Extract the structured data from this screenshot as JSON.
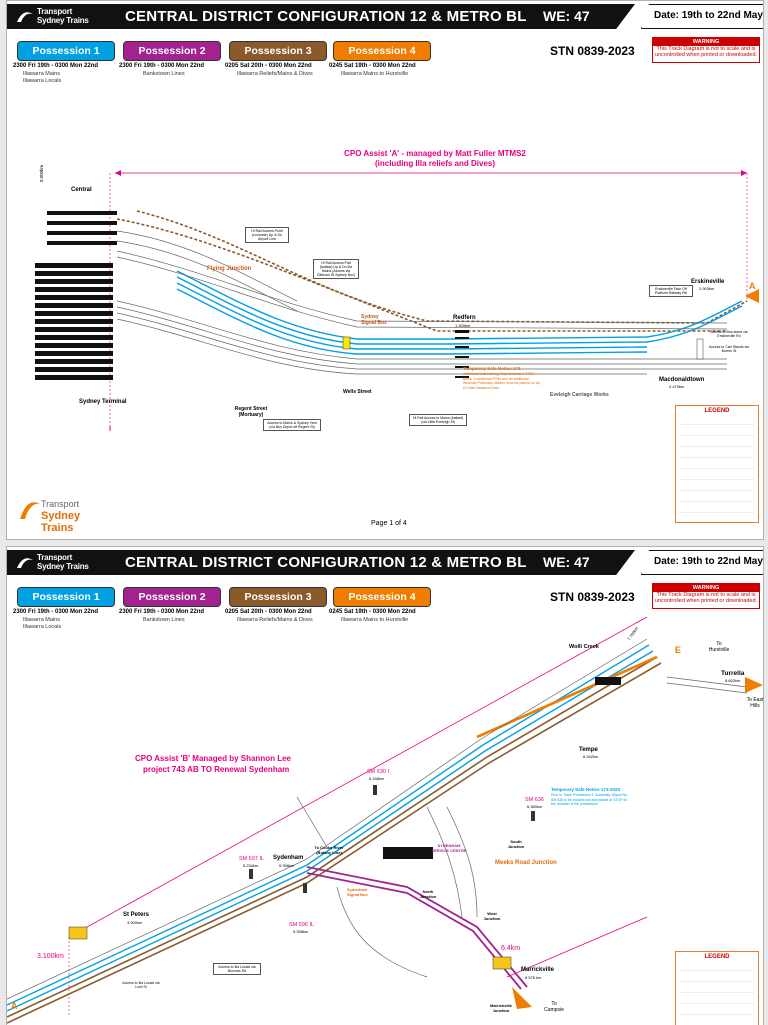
{
  "header": {
    "logo_line1": "Transport",
    "logo_line2": "Sydney Trains",
    "title": "CENTRAL DISTRICT CONFIGURATION 12 & METRO BL",
    "week": "WE: 47",
    "date": "Date: 19th to 22nd May '23",
    "stn": "STN 0839-2023",
    "warning_head": "WARNING",
    "warning_text": "This Track Diagram is not to scale and is uncontrolled when printed or downloaded."
  },
  "possessions": [
    {
      "label": "Possession 1",
      "time": "2300 Fri 19th  -  0300 Mon 22nd",
      "lines": [
        "Illawarra Mains",
        "Illawarra Locals"
      ],
      "color": "#00a0e3"
    },
    {
      "label": "Possession 2",
      "time": "2300 Fri 19th  -  0300 Mon 22nd",
      "lines": [
        "Bankstown Lines"
      ],
      "color": "#a2238f"
    },
    {
      "label": "Possession 3",
      "time": "0205 Sat 20th  -  0300 Mon 22nd",
      "lines": [
        "Illawarra Reliefs/Mains & Dives"
      ],
      "color": "#8b5a2b"
    },
    {
      "label": "Possession 4",
      "time": "0245 Sat 19th  -  0300 Mon 22nd",
      "lines": [
        "Illawarra Mains to Hurstville"
      ],
      "color": "#f07d00"
    }
  ],
  "colors": {
    "magenta": "#e6007e",
    "blue": "#00a0e3",
    "brown": "#8b5a2b",
    "orange": "#f07d00",
    "purple": "#a2238f"
  },
  "sheet1": {
    "cpo_line1": "CPO Assist 'A' - managed by Matt Fuller MTMS2",
    "cpo_line2": "(including Illa reliefs and Dives)",
    "stations": {
      "central": "Central",
      "sydney_terminal": "Sydney Terminal",
      "flying_junction": "Flying Junction",
      "sydney_signal_box": "Sydney Signal Box",
      "wells_street": "Wells Street",
      "redfern": "Redfern",
      "erskineville": "Erskineville",
      "macdonaldtown": "Macdonaldtown",
      "eveleigh": "Eveleigh Carriage Works",
      "regent_street": "Regent Street (Mortuary)"
    },
    "km": {
      "redfern": "1.300km",
      "erskineville": "2.903km",
      "macdonaldtown": "2.470km",
      "zero": "0.000km"
    },
    "notes": {
      "access1": "Hi Rail Access Point (concrete) Up & Dn Airport Line",
      "access2": "Hi Rail Access Pad (ballast) Up & Dn Illa Mains (Access via Gibbons St Sydney Box)",
      "access3": "Access to Mains & Sydney Yard (via Bus Depot off Regent St)",
      "access4": "Hi Rail Access to Mains (ballast) (via Little Eveleigh St)",
      "access5": "Erskineville Take Off Platform Railway Pkt",
      "access6": "Access to Bus stand via Erskineville Rd",
      "access7": "Access to Cab Stands via Burren St",
      "tsn_title": "Temporary Safe Notice 173",
      "tsn_text": "Additional Safeworking Requirements A STOP Block, 3 additional RTBs and an additional Worksite Protection Marker must be placed on Up & Down Illawarra Dives"
    },
    "marker": "A",
    "page": "Page 1 of 4",
    "legend": "LEGEND"
  },
  "sheet2": {
    "cpo_line1": "CPO Assist 'B' Managed by Shannon Lee",
    "cpo_line2": "project 743 AB TO Renewal Sydenham",
    "stations": {
      "wolli_creek": "Wolli Creek",
      "turrella": "Turrella",
      "tempe": "Tempe",
      "sydenham": "Sydenham",
      "st_peters": "St Peters",
      "marrickville": "Marrickville",
      "marrickville_jn": "Marrickville Junction",
      "meeks_road": "Meeks Road Junction",
      "south_jn": "South Junction",
      "north_jn": "North Junction",
      "west_jn": "West Junction",
      "sydenham_box": "Sydenham Signal Box",
      "service_centre": "SYDENHAM SERVICE CENTRE",
      "to_hurstville": "To Hurstville",
      "to_east_hills": "To East Hills",
      "to_campsie": "To Campsie",
      "to_cooks_river": "To Cooks River (Botany Line)"
    },
    "km": {
      "wolli": "7.700km",
      "turrella": "8.602km",
      "tempe": "6.942km",
      "sydenham": "5.398km",
      "st_peters": "3.900km",
      "marrickville": "6.575 km",
      "start": "3.100km",
      "end": "6.4km"
    },
    "signals": {
      "sm630": "SM 630 I",
      "sm636": "SM 636",
      "sm597": "SM 597 IL",
      "sm596": "SM 596 IL"
    },
    "signal_km": {
      "sm630": "6.158km",
      "sm636": "6.389km",
      "sm597": "5.234km",
      "sm596": "5.398km"
    },
    "notes": {
      "tsn_title": "Temporary Safe Notice 173-2023",
      "tsn_text": "Prior to Track Possession 1, Automatic Signal No. SM 636 to be booked out and placed at STOP for the duration of the possession",
      "access": "Access to Illa Locals via Burrows Rd",
      "access2": "Access to Illa Locals via Lord St"
    },
    "marker_a": "A",
    "marker_e": "E",
    "legend": "LEGEND"
  }
}
